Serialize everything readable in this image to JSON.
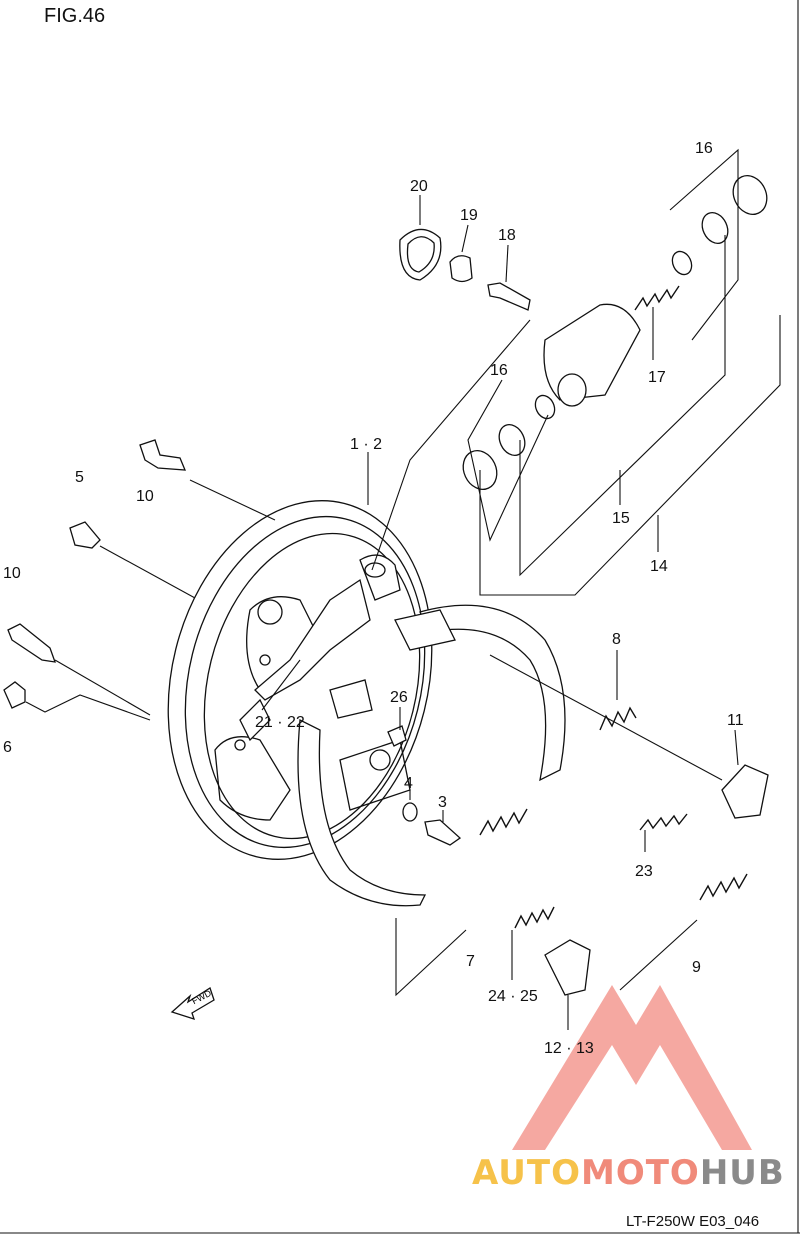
{
  "figure": {
    "title": "FIG.46",
    "footer": "LT-F250W E03_046"
  },
  "labels": [
    {
      "id": "p1-2",
      "text": "1 · 2"
    },
    {
      "id": "p3",
      "text": "3"
    },
    {
      "id": "p4",
      "text": "4"
    },
    {
      "id": "p5",
      "text": "5"
    },
    {
      "id": "p6",
      "text": "6"
    },
    {
      "id": "p7",
      "text": "7"
    },
    {
      "id": "p8",
      "text": "8"
    },
    {
      "id": "p9",
      "text": "9"
    },
    {
      "id": "p10a",
      "text": "10"
    },
    {
      "id": "p10b",
      "text": "10"
    },
    {
      "id": "p11",
      "text": "11"
    },
    {
      "id": "p12-13",
      "text": "12 · 13"
    },
    {
      "id": "p14",
      "text": "14"
    },
    {
      "id": "p15",
      "text": "15"
    },
    {
      "id": "p16a",
      "text": "16"
    },
    {
      "id": "p16b",
      "text": "16"
    },
    {
      "id": "p17",
      "text": "17"
    },
    {
      "id": "p18",
      "text": "18"
    },
    {
      "id": "p19",
      "text": "19"
    },
    {
      "id": "p20",
      "text": "20"
    },
    {
      "id": "p21-22",
      "text": "21 · 22"
    },
    {
      "id": "p23",
      "text": "23"
    },
    {
      "id": "p24-25",
      "text": "24 · 25"
    },
    {
      "id": "p26",
      "text": "26"
    }
  ],
  "fwd_arrow": {
    "text": "FWD"
  },
  "watermark": {
    "part1": "AUTO",
    "part2": "MOTO",
    "part3": "HUB",
    "colors": {
      "part1": "#f6c24a",
      "part2": "#f08a7a",
      "part3": "#8a8a8a",
      "logo": "#f28b82"
    }
  }
}
